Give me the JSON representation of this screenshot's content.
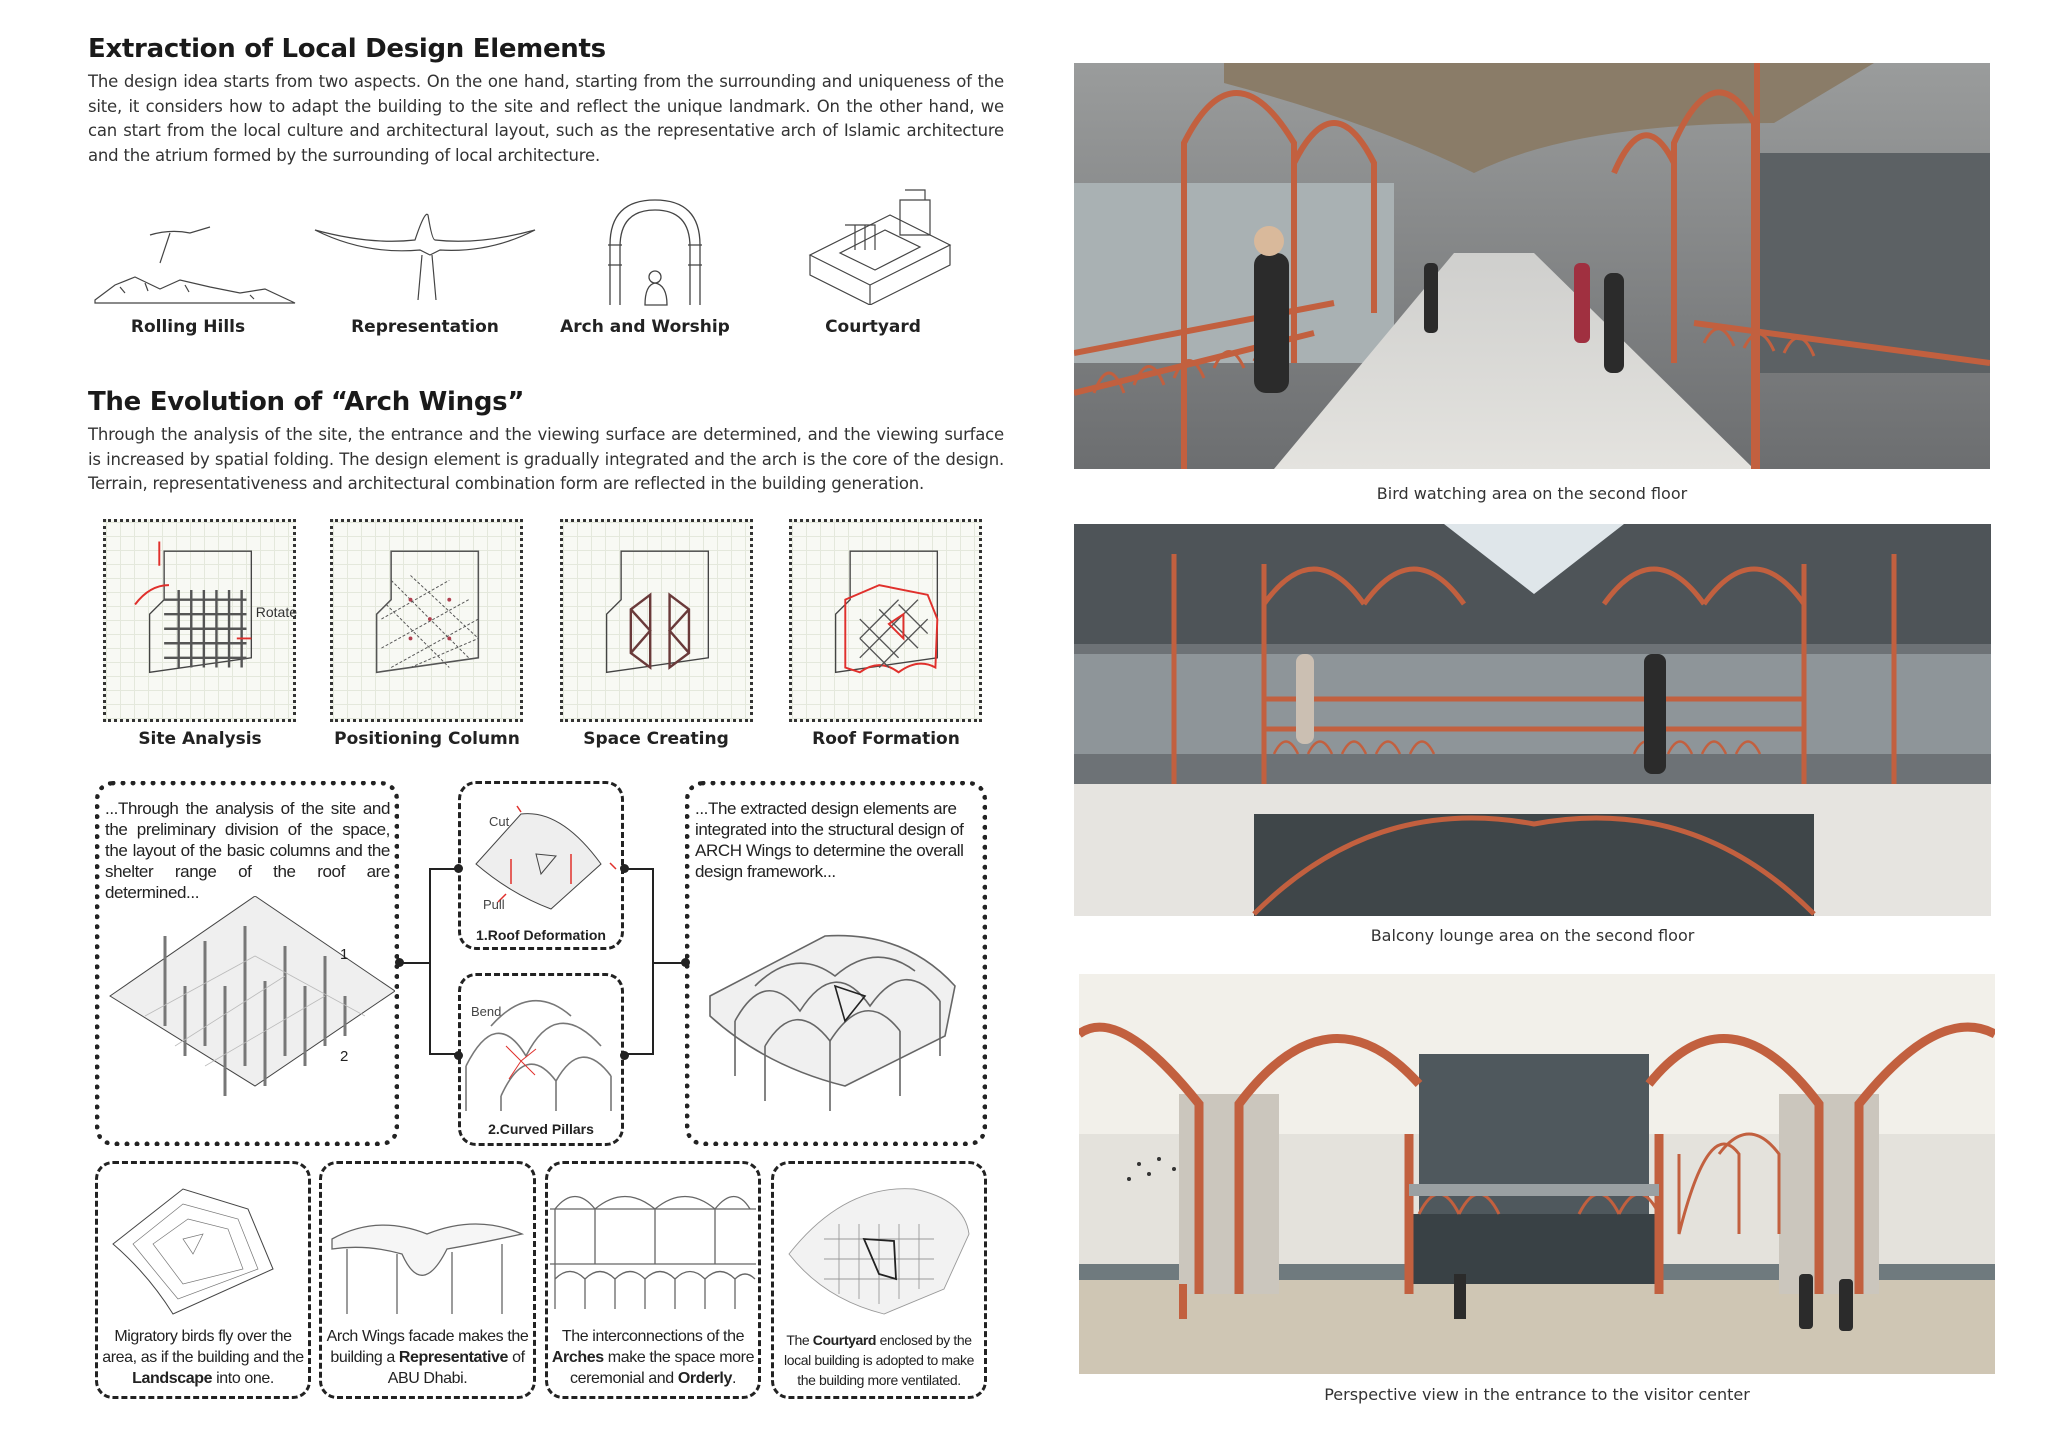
{
  "section1": {
    "title": "Extraction of Local Design Elements",
    "paragraph": "The design idea starts from two aspects. On the one hand, starting from the surrounding and uniqueness of the site, it considers how to adapt the building to the site and reflect the unique landmark. On the other hand, we can start from the local culture and architectural layout, such as the representative arch of Islamic architecture and the atrium formed by the surrounding of local architecture.",
    "sketches": [
      {
        "label": "Rolling Hills",
        "icon": "hills-and-flamingo-sketch"
      },
      {
        "label": "Representation",
        "icon": "flamingo-wings-sketch"
      },
      {
        "label": "Arch and Worship",
        "icon": "arch-worship-sketch"
      },
      {
        "label": "Courtyard",
        "icon": "courtyard-building-sketch"
      }
    ]
  },
  "section2": {
    "title": "The Evolution of “Arch Wings”",
    "paragraph": "Through the analysis of the site, the entrance and the viewing surface are determined, and the viewing surface is increased by spatial folding. The design element is gradually integrated and the arch is the core of the design. Terrain, representativeness and architectural combination form are reflected in the building generation.",
    "diagrams": [
      {
        "label": "Site Analysis",
        "annotation": "Rotate"
      },
      {
        "label": "Positioning Column"
      },
      {
        "label": "Space Creating"
      },
      {
        "label": "Roof Formation"
      }
    ],
    "process": {
      "left_text": "...Through the analysis of the site and the preliminary division of the space, the layout of the basic columns and the shelter range of the roof are determined...",
      "left_markers": [
        "1",
        "2"
      ],
      "step1": {
        "label": "1.Roof Deformation",
        "cut": "Cut",
        "pull": "Pull"
      },
      "step2": {
        "label": "2.Curved Pillars",
        "bend": "Bend"
      },
      "right_text": "...The extracted design elements are integrated into the structural design of ARCH Wings to determine the overall design framework..."
    },
    "concepts": [
      {
        "pre": "Migratory birds fly over the area, as if the building and the ",
        "bold": "Landscape",
        "post": " into one."
      },
      {
        "pre": "Arch Wings facade makes the building a ",
        "bold": "Representative",
        "post": " of ABU Dhabi."
      },
      {
        "pre": "The interconnections of the ",
        "bold": "Arches",
        "post": " make the space more ceremonial and ",
        "bold2": "Orderly",
        "post2": "."
      },
      {
        "pre": "The ",
        "bold": "Courtyard",
        "post": " enclosed by the local building is adopted to make the building more ventilated."
      }
    ]
  },
  "renderings": [
    {
      "caption": "Bird watching area on the second floor"
    },
    {
      "caption": "Balcony lounge area on the second floor"
    },
    {
      "caption": "Perspective view in the entrance to the visitor center"
    }
  ],
  "colors": {
    "accent": "#c2603f",
    "red": "#e0302c",
    "text": "#222222"
  }
}
